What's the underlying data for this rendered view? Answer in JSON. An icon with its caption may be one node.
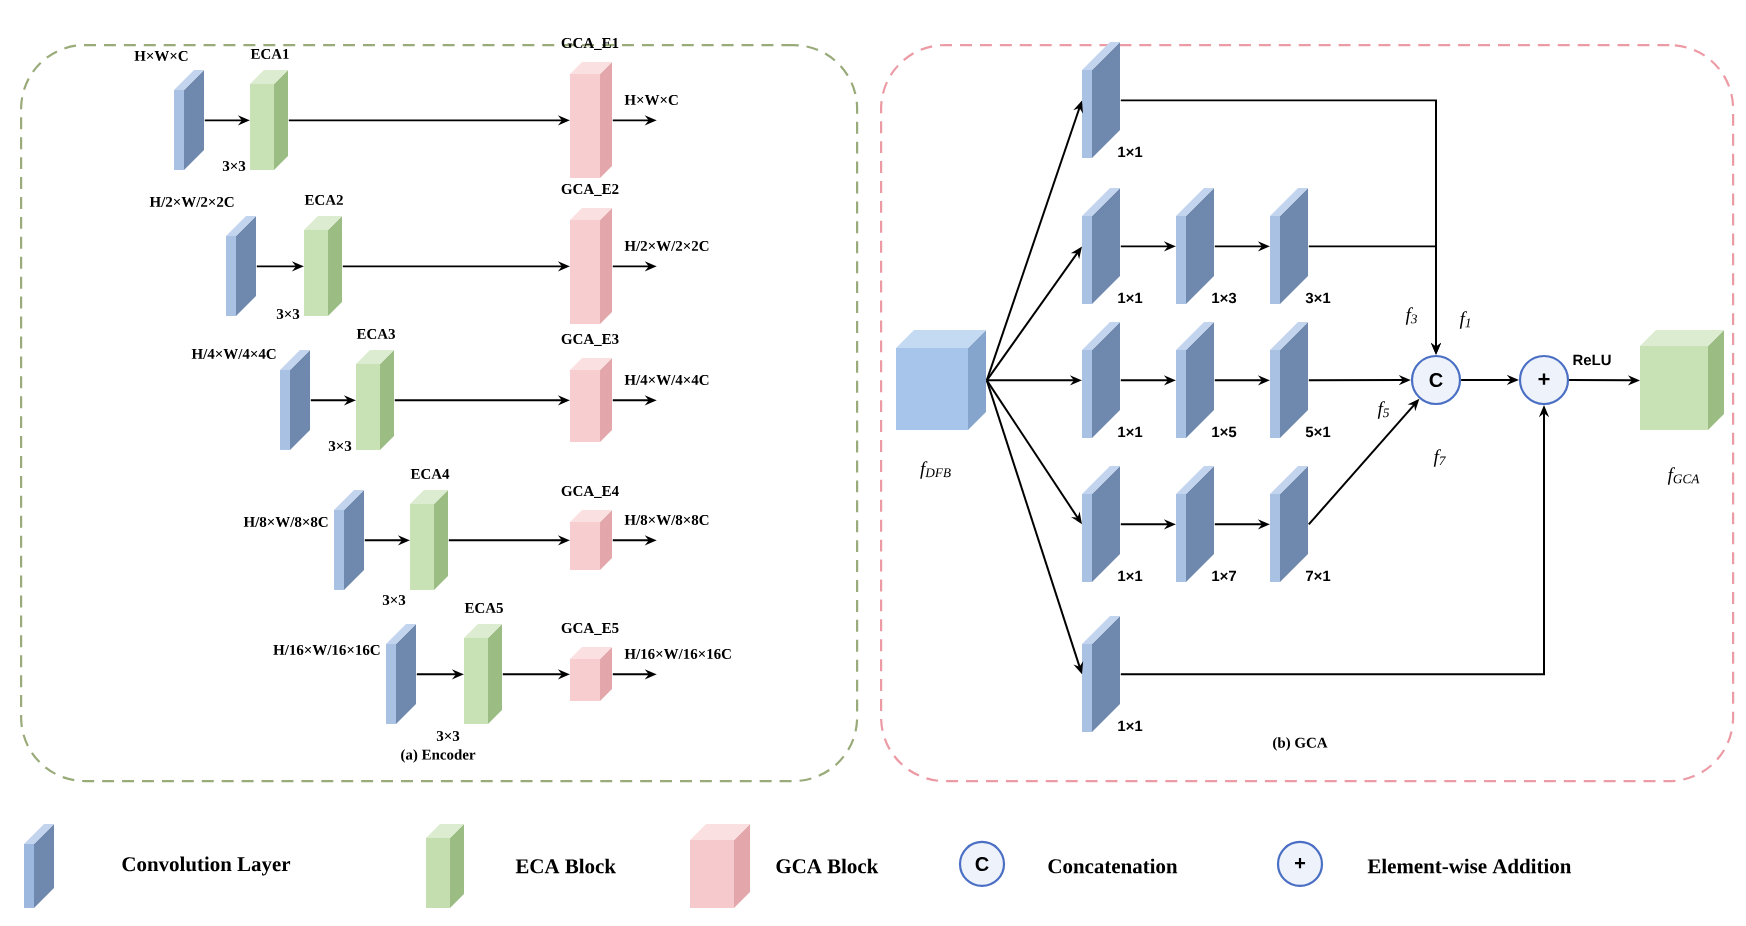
{
  "diagram": {
    "nodes": [
      {
        "text": [
          "(a) Encoder"
        ]
      },
      {
        "text": [],
        "shape": "box",
        "in": 0,
        "beside": [
          "H×W×C"
        ]
      },
      {
        "text": [
          "ECA1"
        ],
        "in": 0,
        "beside": [
          "3×3"
        ]
      },
      {
        "text": [
          "GCA_E1"
        ],
        "in": 0
      },
      {
        "text": [],
        "shape": "box",
        "in": 0,
        "beside": [
          "H/2×W/2×2C"
        ]
      },
      {
        "text": [
          "ECA2"
        ],
        "in": 0,
        "beside": [
          "3×3"
        ]
      },
      {
        "text": [
          "GCA_E2"
        ],
        "in": 0
      },
      {
        "text": [],
        "shape": "box",
        "in": 0,
        "beside": [
          "H/4×W/4×4C"
        ]
      },
      {
        "text": [
          "ECA3"
        ],
        "in": 0,
        "beside": [
          "3×3"
        ]
      },
      {
        "text": [
          "GCA_E3"
        ],
        "in": 0
      },
      {
        "text": [],
        "shape": "box",
        "in": 0,
        "beside": [
          "H/8×W/8×8C"
        ]
      },
      {
        "text": [
          "ECA4"
        ],
        "in": 0,
        "beside": [
          "3×3"
        ]
      },
      {
        "text": [
          "GCA_E4"
        ],
        "in": 0
      },
      {
        "text": [],
        "shape": "box",
        "in": 0,
        "beside": [
          "H/16×W/16×16C"
        ]
      },
      {
        "text": [
          "ECA5"
        ],
        "in": 0,
        "beside": [
          "3×3"
        ]
      },
      {
        "text": [
          "GCA_E5"
        ],
        "in": 0
      },
      {
        "text": [
          "(b) GCA"
        ]
      },
      {
        "text": [
          "f$_{DFB}$"
        ],
        "in": 16
      },
      {
        "text": [],
        "shape": "box",
        "in": 16,
        "beside": [
          "1×1"
        ]
      },
      {
        "text": [],
        "shape": "box",
        "in": 16,
        "beside": [
          "1×1"
        ]
      },
      {
        "text": [],
        "shape": "box",
        "in": 16,
        "beside": [
          "1×3"
        ]
      },
      {
        "text": [],
        "shape": "box",
        "in": 16,
        "beside": [
          "3×1"
        ]
      },
      {
        "text": [],
        "shape": "box",
        "in": 16,
        "beside": [
          "1×1"
        ]
      },
      {
        "text": [],
        "shape": "box",
        "in": 16,
        "beside": [
          "1×5"
        ]
      },
      {
        "text": [],
        "shape": "box",
        "in": 16,
        "beside": [
          "5×1"
        ]
      },
      {
        "text": [],
        "shape": "box",
        "in": 16,
        "beside": [
          "1×1"
        ]
      },
      {
        "text": [],
        "shape": "box",
        "in": 16,
        "beside": [
          "1×7"
        ]
      },
      {
        "text": [],
        "shape": "box",
        "in": 16,
        "beside": [
          "7×1"
        ]
      },
      {
        "text": [],
        "shape": "box",
        "in": 16,
        "beside": [
          "1×1"
        ]
      },
      {
        "text": [
          "C"
        ],
        "in": 16
      },
      {
        "text": [
          "+"
        ],
        "in": 16
      },
      {
        "text": [
          "f$_{GCA}$"
        ],
        "in": 16
      }
    ],
    "edges": [
      {
        "from": 1,
        "to": 2,
        "arrow": "to"
      },
      {
        "from": 2,
        "to": 3,
        "arrow": "to"
      },
      {
        "from": 3,
        "to": null,
        "arrow": "to",
        "label": "H×W×C"
      },
      {
        "from": 4,
        "to": 5,
        "arrow": "to"
      },
      {
        "from": 5,
        "to": 6,
        "arrow": "to"
      },
      {
        "from": 6,
        "to": null,
        "arrow": "to",
        "label": "H/2×W/2×2C"
      },
      {
        "from": 7,
        "to": 8,
        "arrow": "to"
      },
      {
        "from": 8,
        "to": 9,
        "arrow": "to"
      },
      {
        "from": 9,
        "to": null,
        "arrow": "to",
        "label": "H/4×W/4×4C"
      },
      {
        "from": 10,
        "to": 11,
        "arrow": "to"
      },
      {
        "from": 11,
        "to": 12,
        "arrow": "to"
      },
      {
        "from": 12,
        "to": null,
        "arrow": "to",
        "label": "H/8×W/8×8C"
      },
      {
        "from": 13,
        "to": 14,
        "arrow": "to"
      },
      {
        "from": 14,
        "to": 15,
        "arrow": "to"
      },
      {
        "from": 15,
        "to": null,
        "arrow": "to",
        "label": "H/16×W/16×16C"
      },
      {
        "from": 17,
        "to": 18,
        "arrow": "to"
      },
      {
        "from": 17,
        "to": 19,
        "arrow": "to"
      },
      {
        "from": 17,
        "to": 22,
        "arrow": "to"
      },
      {
        "from": 17,
        "to": 25,
        "arrow": "to"
      },
      {
        "from": 17,
        "to": 28,
        "arrow": "to"
      },
      {
        "from": 19,
        "to": 20,
        "arrow": "to"
      },
      {
        "from": 20,
        "to": 21,
        "arrow": "to"
      },
      {
        "from": 22,
        "to": 23,
        "arrow": "to"
      },
      {
        "from": 23,
        "to": 24,
        "arrow": "to"
      },
      {
        "from": 25,
        "to": 26,
        "arrow": "to"
      },
      {
        "from": 26,
        "to": 27,
        "arrow": "to"
      },
      {
        "from": 18,
        "to": 29,
        "arrow": "to",
        "label": "f$_{1}$"
      },
      {
        "from": 21,
        "to": 29,
        "arrow": "to",
        "label": "f$_{3}$"
      },
      {
        "from": 24,
        "to": 29,
        "arrow": "to",
        "label": "f$_{5}$"
      },
      {
        "from": 27,
        "to": 29,
        "arrow": "to",
        "label": "f$_{7}$"
      },
      {
        "from": 28,
        "to": 30,
        "arrow": "to"
      },
      {
        "from": 29,
        "to": 30,
        "arrow": "to"
      },
      {
        "from": 30,
        "to": 31,
        "arrow": "to",
        "label": "ReLU"
      }
    ],
    "labels": [
      "C",
      "+"
    ],
    "legend": [
      {
        "text": "Convolution Layer",
        "color": "#9db8de"
      },
      {
        "text": "ECA Block",
        "color": "#c5deb0"
      },
      {
        "text": "GCA Block",
        "color": "#f6c9cc"
      },
      {
        "text": "Concatenation"
      },
      {
        "text": "Element-wise Addition"
      }
    ]
  }
}
